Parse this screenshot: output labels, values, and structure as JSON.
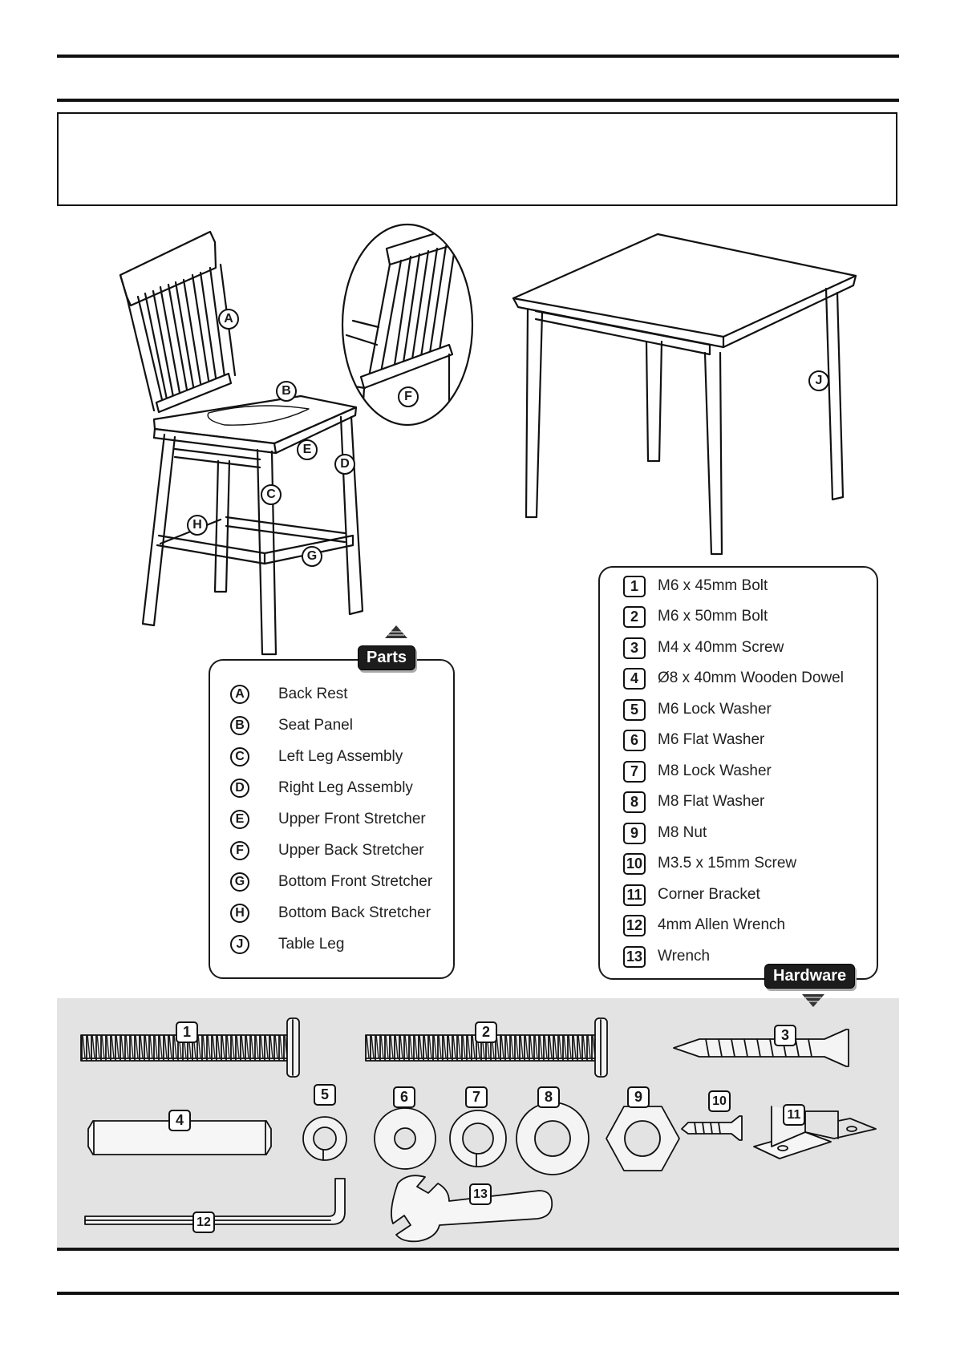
{
  "parts_panel": {
    "tag": "Parts",
    "items": [
      {
        "letter": "A",
        "label": "Back Rest"
      },
      {
        "letter": "B",
        "label": "Seat Panel"
      },
      {
        "letter": "C",
        "label": "Left Leg Assembly"
      },
      {
        "letter": "D",
        "label": "Right Leg Assembly"
      },
      {
        "letter": "E",
        "label": "Upper Front Stretcher"
      },
      {
        "letter": "F",
        "label": "Upper Back Stretcher"
      },
      {
        "letter": "G",
        "label": "Bottom Front Stretcher"
      },
      {
        "letter": "H",
        "label": "Bottom Back Stretcher"
      },
      {
        "letter": "J",
        "label": "Table Leg"
      }
    ]
  },
  "hardware_panel": {
    "tag": "Hardware",
    "items": [
      {
        "num": "1",
        "label": "M6 x 45mm Bolt"
      },
      {
        "num": "2",
        "label": "M6 x 50mm Bolt"
      },
      {
        "num": "3",
        "label": "M4 x 40mm Screw"
      },
      {
        "num": "4",
        "label": "Ø8 x 40mm Wooden Dowel"
      },
      {
        "num": "5",
        "label": "M6 Lock Washer"
      },
      {
        "num": "6",
        "label": "M6 Flat Washer"
      },
      {
        "num": "7",
        "label": "M8 Lock Washer"
      },
      {
        "num": "8",
        "label": "M8 Flat Washer"
      },
      {
        "num": "9",
        "label": "M8 Nut"
      },
      {
        "num": "10",
        "label": "M3.5 x 15mm Screw"
      },
      {
        "num": "11",
        "label": "Corner Bracket"
      },
      {
        "num": "12",
        "label": "4mm Allen Wrench"
      },
      {
        "num": "13",
        "label": "Wrench"
      }
    ]
  },
  "diagram_callouts": {
    "chair": [
      "A",
      "B",
      "C",
      "D",
      "E",
      "H",
      "G"
    ],
    "detail": "F",
    "table": "J"
  },
  "hardware_callouts": [
    "1",
    "2",
    "3",
    "4",
    "5",
    "6",
    "7",
    "8",
    "9",
    "10",
    "11",
    "12",
    "13"
  ]
}
